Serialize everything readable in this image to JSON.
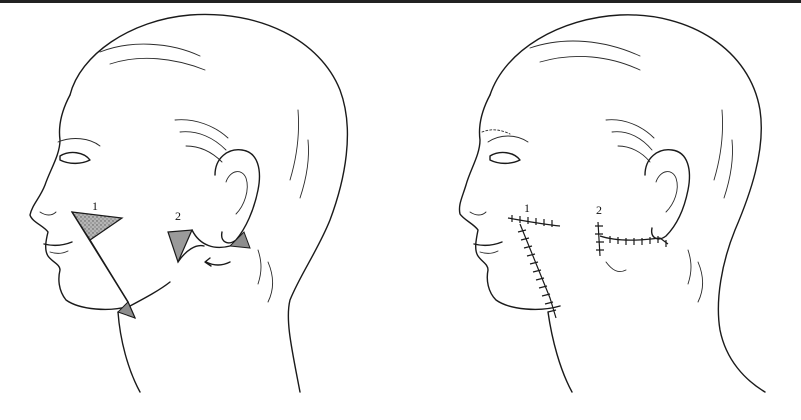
{
  "figure": {
    "left_panel": {
      "labels": [
        "1",
        "2"
      ]
    },
    "right_panel": {
      "labels": [
        "1",
        "2"
      ]
    }
  },
  "colors": {
    "ink": "#1a1a1a",
    "flap_fill": "#9a9a9a",
    "background": "#ffffff"
  }
}
